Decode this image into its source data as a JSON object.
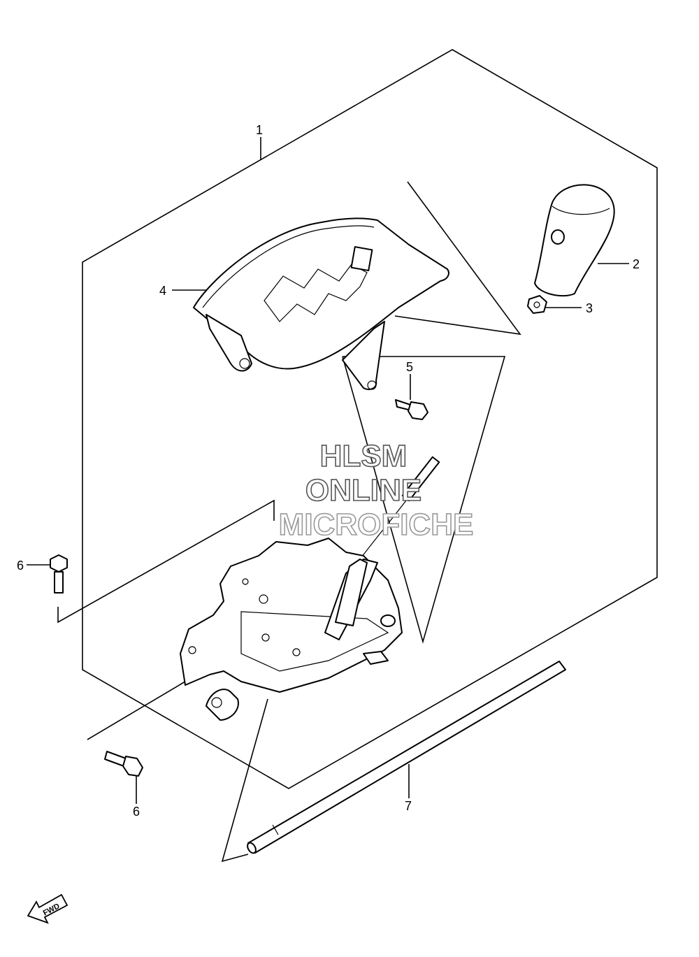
{
  "callouts": {
    "c1": "1",
    "c2": "2",
    "c3": "3",
    "c4": "4",
    "c5": "5",
    "c6_top": "6",
    "c6_bottom": "6",
    "c7": "7"
  },
  "watermark": {
    "line1": "HLSM",
    "line2": "ONLINE",
    "line3": "MICROFICHE"
  },
  "fwd_label": "FWD"
}
